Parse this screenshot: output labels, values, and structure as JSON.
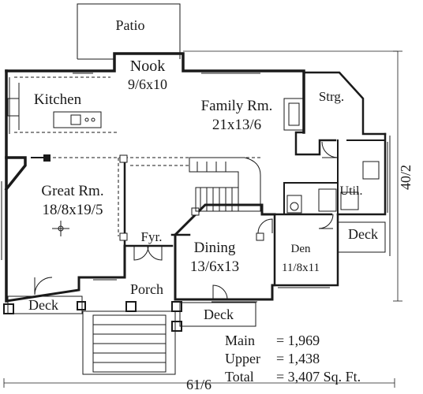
{
  "rooms": {
    "patio": {
      "name": "Patio"
    },
    "nook": {
      "name": "Nook",
      "size": "9/6x10"
    },
    "kitchen": {
      "name": "Kitchen"
    },
    "family": {
      "name": "Family Rm.",
      "size": "21x13/6"
    },
    "storage": {
      "name": "Strg."
    },
    "great": {
      "name": "Great Rm.",
      "size": "18/8x19/5"
    },
    "utility": {
      "name": "Util."
    },
    "foyer": {
      "name": "Fyr."
    },
    "dining": {
      "name": "Dining",
      "size": "13/6x13"
    },
    "den": {
      "name": "Den",
      "size": "11/8x11"
    },
    "porch": {
      "name": "Porch"
    },
    "deck_left": {
      "name": "Deck"
    },
    "deck_center": {
      "name": "Deck"
    },
    "deck_right": {
      "name": "Deck"
    }
  },
  "dimensions": {
    "width": "61/6",
    "depth": "40/2"
  },
  "area_summary": [
    {
      "label": "Main",
      "value": "= 1,969"
    },
    {
      "label": "Upper",
      "value": "= 1,438"
    },
    {
      "label": "Total",
      "value": "= 3,407 Sq. Ft."
    }
  ]
}
